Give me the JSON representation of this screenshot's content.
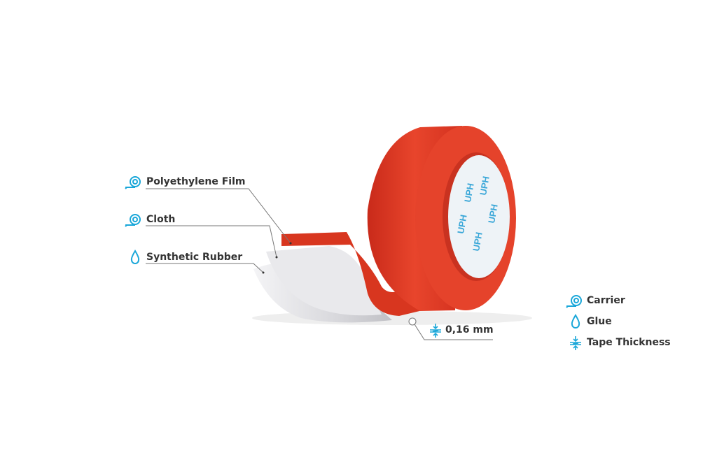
{
  "layers": [
    {
      "label": "Polyethylene Film",
      "icon": "carrier-icon"
    },
    {
      "label": "Cloth",
      "icon": "carrier-icon"
    },
    {
      "label": "Synthetic Rubber",
      "icon": "glue-icon"
    }
  ],
  "thickness": {
    "value": "0,16 mm",
    "icon": "thickness-icon"
  },
  "legend": [
    {
      "label": "Carrier",
      "icon": "carrier-icon"
    },
    {
      "label": "Glue",
      "icon": "glue-icon"
    },
    {
      "label": "Tape Thickness",
      "icon": "thickness-icon"
    }
  ],
  "core_print": "UPH",
  "colors": {
    "accent": "#1aa7d9",
    "tape": "#e03a24",
    "text": "#333333"
  }
}
